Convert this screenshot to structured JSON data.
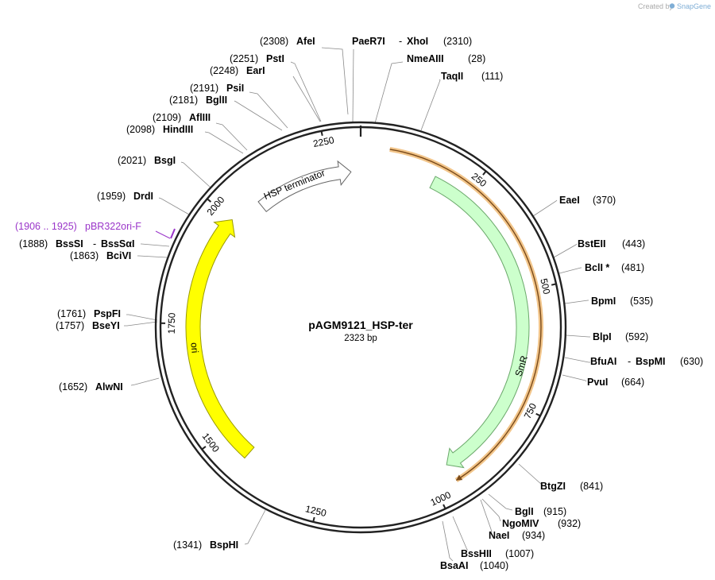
{
  "watermark": {
    "prefix": "Created by",
    "brand": "SnapGene"
  },
  "plasmid": {
    "name": "pAGM9121_HSP-ter",
    "length_label": "2323 bp"
  },
  "ruler_ticks": [
    "250",
    "500",
    "750",
    "1000",
    "1250",
    "1500",
    "1750",
    "2000",
    "2250"
  ],
  "features": [
    {
      "label": "HSP terminator",
      "color": "#ffffff",
      "stroke": "#666666"
    },
    {
      "label": "SmR",
      "color": "#ccffcc",
      "stroke": "#6aa86a"
    },
    {
      "label": "ori",
      "color": "#ffff00",
      "stroke": "#9a9a00"
    }
  ],
  "primer": {
    "range": "(1906 .. 1925)",
    "name": "pBR322ori-F",
    "color": "#9a35c9"
  },
  "sites": [
    {
      "name": "AfeI",
      "pos": "(2308)"
    },
    {
      "name": "PstI",
      "pos": "(2251)"
    },
    {
      "name": "EarI",
      "pos": "(2248)"
    },
    {
      "name": "PsiI",
      "pos": "(2191)"
    },
    {
      "name": "BglII",
      "pos": "(2181)"
    },
    {
      "name": "AflIII",
      "pos": "(2109)"
    },
    {
      "name": "HindIII",
      "pos": "(2098)"
    },
    {
      "name": "BsgI",
      "pos": "(2021)"
    },
    {
      "name": "DrdI",
      "pos": "(1959)"
    },
    {
      "name": "BssSI",
      "name2": "BssSαI",
      "pos": "(1888)"
    },
    {
      "name": "BciVI",
      "pos": "(1863)"
    },
    {
      "name": "PspFI",
      "pos": "(1761)"
    },
    {
      "name": "BseYI",
      "pos": "(1757)"
    },
    {
      "name": "AlwNI",
      "pos": "(1652)"
    },
    {
      "name": "BspHI",
      "pos": "(1341)"
    },
    {
      "name": "PaeR7I",
      "name2": "XhoI",
      "pos": "(2310)"
    },
    {
      "name": "NmeAIII",
      "pos": "(28)"
    },
    {
      "name": "TaqII",
      "pos": "(111)"
    },
    {
      "name": "EaeI",
      "pos": "(370)"
    },
    {
      "name": "BstEII",
      "pos": "(443)"
    },
    {
      "name": "BclI *",
      "pos": "(481)"
    },
    {
      "name": "BpmI",
      "pos": "(535)"
    },
    {
      "name": "BlpI",
      "pos": "(592)"
    },
    {
      "name": "BfuAI",
      "name2": "BspMI",
      "pos": "(630)"
    },
    {
      "name": "PvuI",
      "pos": "(664)"
    },
    {
      "name": "BtgZI",
      "pos": "(841)"
    },
    {
      "name": "BglI",
      "pos": "(915)"
    },
    {
      "name": "NgoMIV",
      "pos": "(932)"
    },
    {
      "name": "NaeI",
      "pos": "(934)"
    },
    {
      "name": "BssHII",
      "pos": "(1007)"
    },
    {
      "name": "BsaAI",
      "pos": "(1040)"
    }
  ]
}
